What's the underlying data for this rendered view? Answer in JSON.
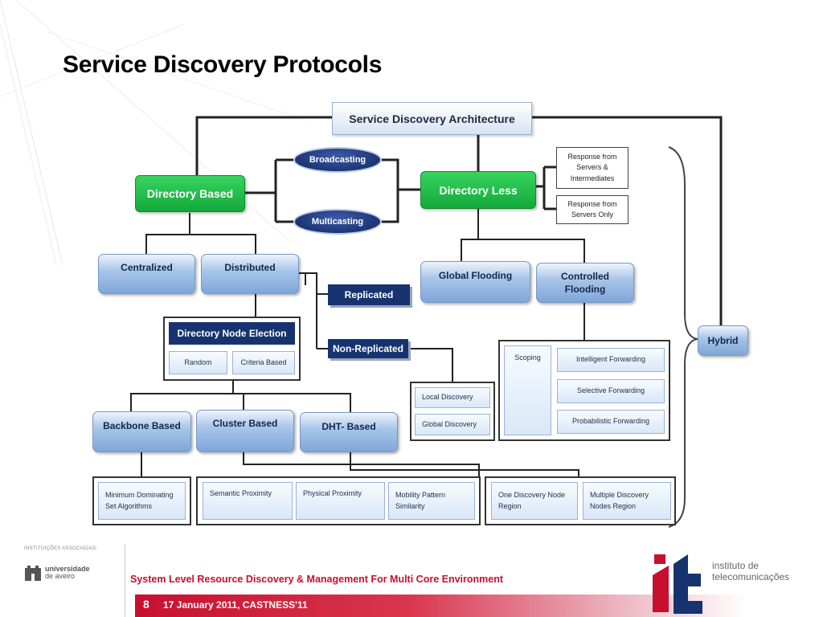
{
  "slide": {
    "title": "Service Discovery Protocols"
  },
  "diagram": {
    "architecture": "Service Discovery Architecture",
    "directory_based": "Directory Based",
    "directory_less": "Directory Less",
    "broadcasting": "Broadcasting",
    "multicasting": "Multicasting",
    "response_servers_intermediates": "Response from Servers & Intermediates",
    "response_servers_only": "Response from Servers Only",
    "centralized": "Centralized",
    "distributed": "Distributed",
    "global_flooding": "Global Flooding",
    "controlled_flooding": "Controlled Flooding",
    "replicated": "Replicated",
    "non_replicated": "Non-Replicated",
    "hybrid": "Hybrid",
    "directory_node_election": "Directory Node Election",
    "random": "Random",
    "criteria_based": "Criteria Based",
    "scoping": "Scoping",
    "intelligent_forwarding": "Intelligent Forwarding",
    "selective_forwarding": "Selective Forwarding",
    "probabilistic_forwarding": "Probabilistic Forwarding",
    "local_discovery": "Local Discovery",
    "global_discovery": "Global Discovery",
    "backbone_based": "Backbone Based",
    "cluster_based": "Cluster Based",
    "dht_based": "DHT- Based",
    "minimum_dominating": "Minimum Dominating Set Algorithms",
    "semantic_proximity": "Semantic Proximity",
    "physical_proximity": "Physical Proximity",
    "mobility_pattern": "Mobility Pattern Similarity",
    "one_discovery_node": "One Discovery Node Region",
    "multiple_discovery": "Multiple Discovery Nodes Region"
  },
  "footer": {
    "associated_institutions": "INSTITUIÇÕES ASSOCIADAS:",
    "ua_line1": "universidade",
    "ua_line2": "de aveiro",
    "project": "System Level Resource Discovery & Management For Multi Core Environment",
    "page_number": "8",
    "date_event": "17 January 2011, CASTNESS'11",
    "it_line1": "instituto de",
    "it_line2": "telecomunicações"
  },
  "colors": {
    "green": "#14a93b",
    "navy": "#17336f",
    "footer_red": "#c8102e"
  }
}
